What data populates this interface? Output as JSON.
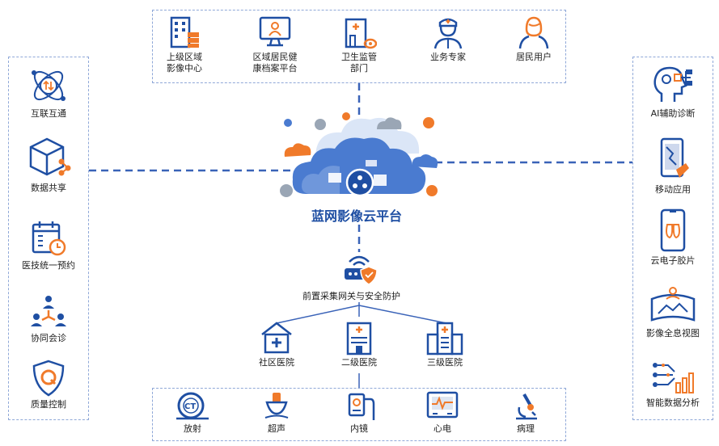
{
  "top": [
    {
      "line1": "上级区域",
      "line2": "影像中心",
      "icon": "building-server-icon"
    },
    {
      "line1": "区域居民健",
      "line2": "康档案平台",
      "icon": "monitor-person-icon"
    },
    {
      "line1": "卫生监管",
      "line2": "部门",
      "icon": "health-office-icon"
    },
    {
      "line1": "业务专家",
      "line2": "",
      "icon": "doctor-icon"
    },
    {
      "line1": "居民用户",
      "line2": "",
      "icon": "user-icon"
    }
  ],
  "left": [
    {
      "label": "互联互通",
      "icon": "interconnect-icon"
    },
    {
      "label": "数据共享",
      "icon": "data-cube-share-icon"
    },
    {
      "label": "医技统一预约",
      "icon": "calendar-clock-icon"
    },
    {
      "label": "协同会诊",
      "icon": "collaboration-icon"
    },
    {
      "label": "质量控制",
      "icon": "quality-shield-icon"
    }
  ],
  "right": [
    {
      "label": "AI辅助诊断",
      "icon": "ai-head-icon"
    },
    {
      "label": "移动应用",
      "icon": "mobile-app-icon"
    },
    {
      "label": "云电子胶片",
      "icon": "cloud-film-phone-icon"
    },
    {
      "label": "影像全息视图",
      "icon": "panorama-view-icon"
    },
    {
      "label": "智能数据分析",
      "icon": "data-analysis-icon"
    }
  ],
  "center": {
    "title": "蓝网影像云平台",
    "gateway_label": "前置采集网关与安全防护",
    "hospitals": [
      {
        "label": "社区医院",
        "icon": "community-hospital-icon"
      },
      {
        "label": "二级医院",
        "icon": "secondary-hospital-icon"
      },
      {
        "label": "三级医院",
        "icon": "tertiary-hospital-icon"
      }
    ]
  },
  "bottom": [
    {
      "label": "放射",
      "icon": "ct-icon"
    },
    {
      "label": "超声",
      "icon": "ultrasound-icon"
    },
    {
      "label": "内镜",
      "icon": "endoscope-icon"
    },
    {
      "label": "心电",
      "icon": "ecg-icon"
    },
    {
      "label": "病理",
      "icon": "microscope-icon"
    }
  ],
  "colors": {
    "blue": "#1f4fa3",
    "orange": "#f07a2a",
    "dash": "#3a63b8",
    "cloud": "#4a7bd0"
  }
}
